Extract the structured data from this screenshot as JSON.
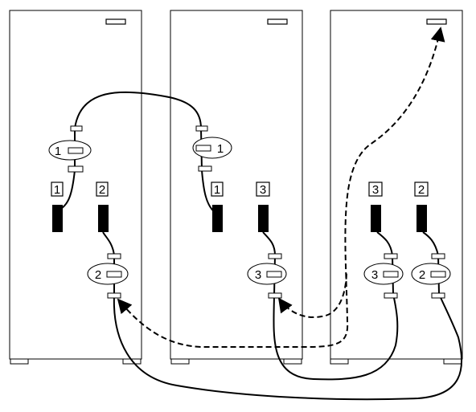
{
  "diagram": {
    "colors": {
      "stroke": "#000000",
      "background": "#ffffff"
    },
    "cabinets": [
      {
        "id": "left",
        "slots": [
          {
            "id": "L1",
            "label": "1"
          },
          {
            "id": "L2",
            "label": "2"
          }
        ],
        "connectors": [
          {
            "id": "L1",
            "label": "1"
          },
          {
            "id": "L2",
            "label": "2"
          }
        ]
      },
      {
        "id": "middle",
        "slots": [
          {
            "id": "M1",
            "label": "1"
          },
          {
            "id": "M3",
            "label": "3"
          }
        ],
        "connectors": [
          {
            "id": "M1",
            "label": "1"
          },
          {
            "id": "M3",
            "label": "3"
          }
        ]
      },
      {
        "id": "right",
        "slots": [
          {
            "id": "R3",
            "label": "3"
          },
          {
            "id": "R2",
            "label": "2"
          }
        ],
        "connectors": [
          {
            "id": "R3",
            "label": "3"
          },
          {
            "id": "R2",
            "label": "2"
          }
        ]
      }
    ],
    "cables": [
      {
        "id": "cable-1",
        "style": "solid",
        "from": "L1",
        "to": "M1"
      },
      {
        "id": "cable-2",
        "style": "solid",
        "from": "L2",
        "to": "R2"
      },
      {
        "id": "cable-3",
        "style": "solid",
        "from": "M3",
        "to": "R3"
      },
      {
        "id": "cable-return-left",
        "style": "dashed",
        "from": "R-top",
        "to": "L2"
      },
      {
        "id": "cable-return-middle",
        "style": "dashed",
        "from": "M3",
        "to": "R-top"
      }
    ]
  }
}
